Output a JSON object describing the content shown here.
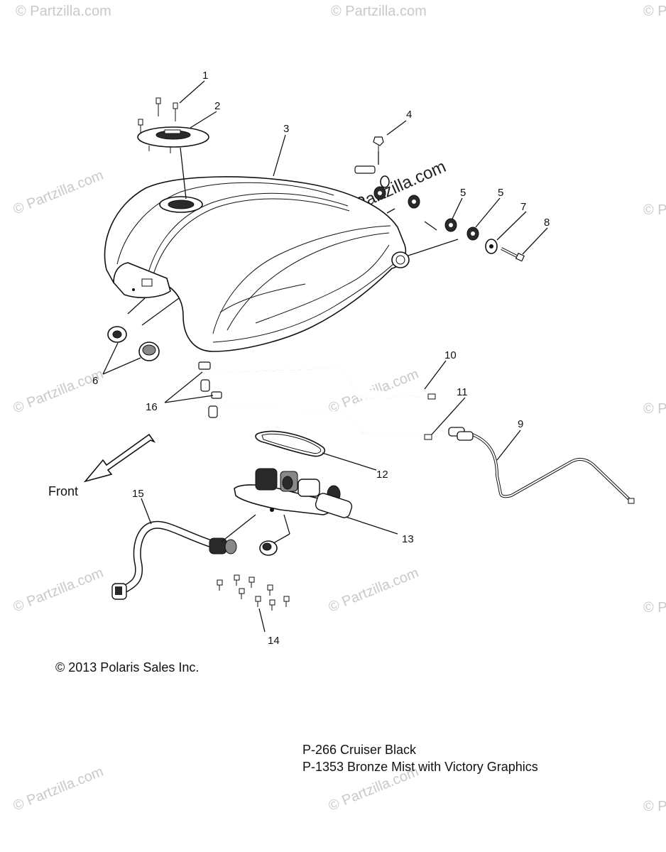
{
  "watermark": {
    "text": "© Partzilla.com"
  },
  "callouts": [
    {
      "id": "1",
      "text": "1"
    },
    {
      "id": "2",
      "text": "2"
    },
    {
      "id": "3",
      "text": "3"
    },
    {
      "id": "4",
      "text": "4"
    },
    {
      "id": "5a",
      "text": "5"
    },
    {
      "id": "5b",
      "text": "5"
    },
    {
      "id": "6",
      "text": "6"
    },
    {
      "id": "7",
      "text": "7"
    },
    {
      "id": "8",
      "text": "8"
    },
    {
      "id": "9",
      "text": "9"
    },
    {
      "id": "10",
      "text": "10"
    },
    {
      "id": "11",
      "text": "11"
    },
    {
      "id": "12",
      "text": "12"
    },
    {
      "id": "13",
      "text": "13"
    },
    {
      "id": "14",
      "text": "14"
    },
    {
      "id": "15",
      "text": "15"
    },
    {
      "id": "16",
      "text": "16"
    }
  ],
  "front_label": "Front",
  "copyright": "© 2013 Polaris Sales Inc.",
  "paint_codes": [
    "P-266  Cruiser Black",
    "P-1353  Bronze Mist with Victory Graphics"
  ]
}
